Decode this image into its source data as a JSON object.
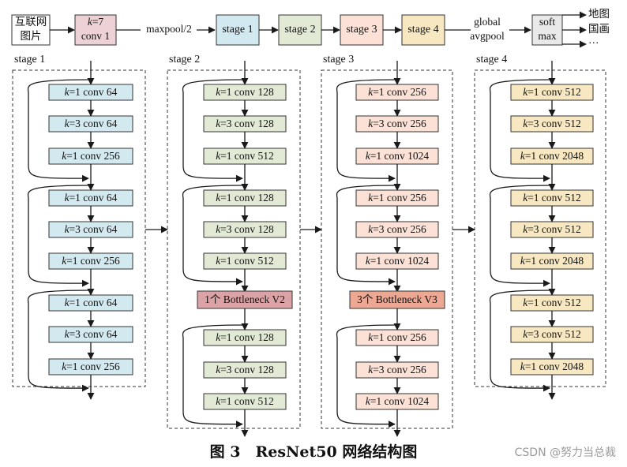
{
  "colors": {
    "input": "#ffffff",
    "conv1": "#ecd2d6",
    "stage1": "#d3e9f0",
    "stage2": "#e2ead6",
    "stage3": "#fbe1d6",
    "stage4": "#f8e8c1",
    "softmax": "#e9e9e9",
    "bottleneck_v2": "#dca3a7",
    "bottleneck_v3": "#eda894",
    "line": "#1a1a1a"
  },
  "top": {
    "input": [
      "互联网",
      "图片"
    ],
    "conv1": [
      "k=7",
      "conv 1"
    ],
    "maxpool": "maxpool/2",
    "stages": [
      "stage 1",
      "stage 2",
      "stage 3",
      "stage 4"
    ],
    "global_pool": [
      "global",
      "avgpool"
    ],
    "softmax": [
      "soft",
      "max"
    ],
    "outputs": [
      "地图",
      "国画",
      "···"
    ]
  },
  "stages": [
    {
      "title": "stage 1",
      "color_key": "stage1",
      "groups": [
        [
          "k=1 conv 64",
          "k=3 conv 64",
          "k=1 conv 256"
        ],
        [
          "k=1 conv 64",
          "k=3 conv 64",
          "k=1 conv 256"
        ],
        [
          "k=1 conv 64",
          "k=3 conv 64",
          "k=1 conv 256"
        ]
      ]
    },
    {
      "title": "stage 2",
      "color_key": "stage2",
      "groups": [
        [
          "k=1 conv 128",
          "k=3 conv 128",
          "k=1 conv 512"
        ],
        [
          "k=1 conv 128",
          "k=3 conv 128",
          "k=1 conv 512"
        ],
        [
          "k=1 conv 128",
          "k=3 conv 128",
          "k=1 conv 512"
        ]
      ],
      "bottleneck": {
        "label": "1个 Bottleneck V2",
        "color_key": "bottleneck_v2"
      }
    },
    {
      "title": "stage 3",
      "color_key": "stage3",
      "groups": [
        [
          "k=1 conv 256",
          "k=3 conv 256",
          "k=1 conv 1024"
        ],
        [
          "k=1 conv 256",
          "k=3 conv 256",
          "k=1 conv 1024"
        ],
        [
          "k=1 conv 256",
          "k=3 conv 256",
          "k=1 conv 1024"
        ]
      ],
      "bottleneck": {
        "label": "3个 Bottleneck V3",
        "color_key": "bottleneck_v3"
      }
    },
    {
      "title": "stage 4",
      "color_key": "stage4",
      "groups": [
        [
          "k=1 conv 512",
          "k=3 conv 512",
          "k=1 conv 2048"
        ],
        [
          "k=1 conv 512",
          "k=3 conv 512",
          "k=1 conv 2048"
        ],
        [
          "k=1 conv 512",
          "k=3 conv 512",
          "k=1 conv 2048"
        ]
      ]
    }
  ],
  "caption": "图 3　ResNet50 网络结构图",
  "watermark": "CSDN @努力当总裁"
}
